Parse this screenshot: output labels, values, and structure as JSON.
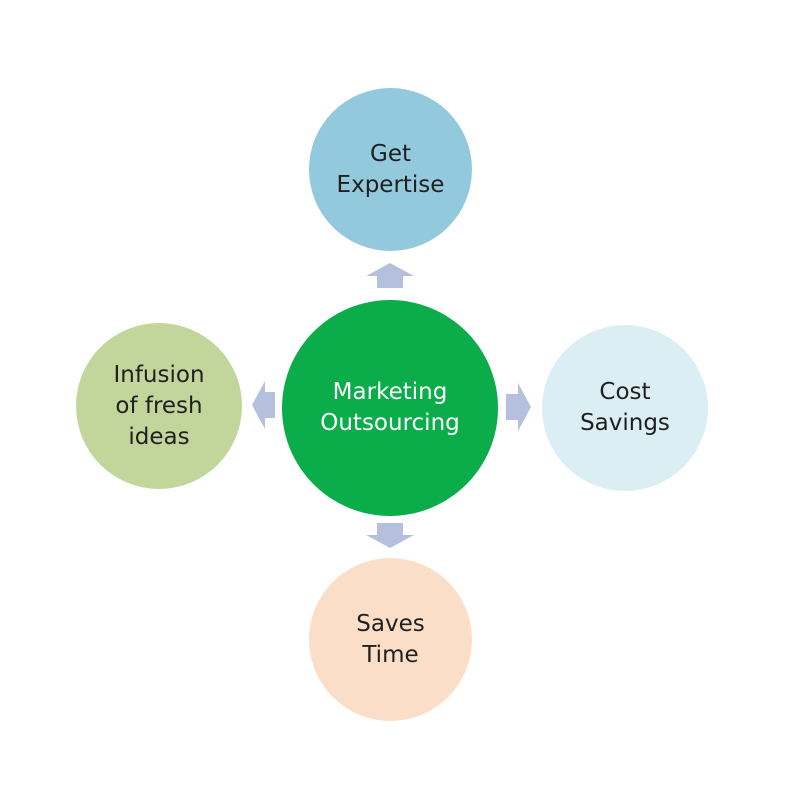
{
  "center": {
    "lines": [
      "Marketing",
      "Outsourcing"
    ],
    "color": "#0bad4b",
    "text_color": "#ffffff"
  },
  "outcomes": [
    {
      "id": "top",
      "lines": [
        "Get",
        "Expertise"
      ],
      "color": "#93c9dc"
    },
    {
      "id": "right",
      "lines": [
        "Cost",
        "Savings"
      ],
      "color": "#daeef3"
    },
    {
      "id": "bottom",
      "lines": [
        "Saves",
        "Time"
      ],
      "color": "#fbdec7"
    },
    {
      "id": "left",
      "lines": [
        "Infusion",
        "of fresh",
        "ideas"
      ],
      "color": "#c2d69c"
    }
  ],
  "connector_color": "#b4c0de"
}
